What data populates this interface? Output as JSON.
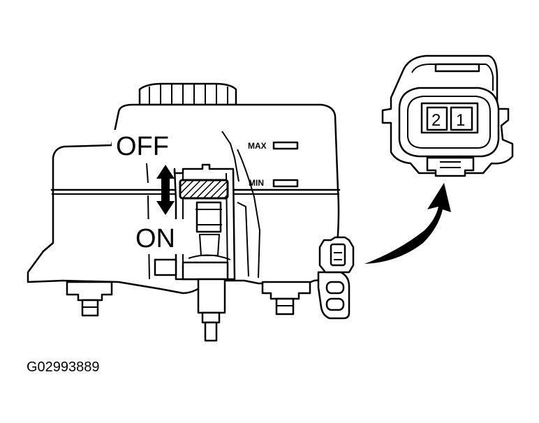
{
  "labels": {
    "off": "OFF",
    "on": "ON",
    "max": "MAX",
    "min": "MIN",
    "pin_2": "2",
    "pin_1": "1",
    "figure_code": "G02993889"
  }
}
